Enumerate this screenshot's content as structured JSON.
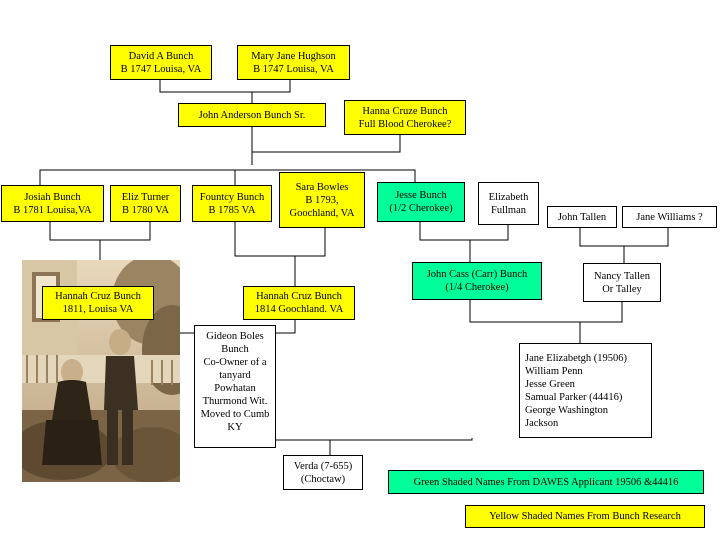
{
  "people": {
    "david": [
      "David A Bunch",
      "B 1747 Louisa, VA"
    ],
    "mary": [
      "Mary Jane Hughson",
      "B 1747 Louisa, VA"
    ],
    "john_sr": [
      "John Anderson Bunch Sr."
    ],
    "hanna": [
      "Hanna Cruze Bunch",
      "Full Blood Cherokee?"
    ],
    "josiah": [
      "Josiah Bunch",
      "B 1781 Louisa,VA"
    ],
    "eliz": [
      "Eliz Turner",
      "B 1780 VA"
    ],
    "fountcy": [
      "Fountcy Bunch",
      "B 1785 VA"
    ],
    "sara": [
      "Sara Bowles",
      "B 1793,",
      "Goochland, VA"
    ],
    "jesse": [
      "Jesse Bunch",
      "(1/2 Cherokee)"
    ],
    "elizabeth": [
      "Elizabeth",
      "Fullman"
    ],
    "john_tallen": [
      "John Tallen"
    ],
    "jane_williams": [
      "Jane Williams ?"
    ],
    "hannah_1811": [
      "Hannah Cruz Bunch",
      "1811, Louisa VA"
    ],
    "hannah_1814": [
      "Hannah Cruz Bunch",
      "1814 Goochland. VA"
    ],
    "john_cass": [
      "John Cass (Carr) Bunch",
      "(1/4 Cherokee)"
    ],
    "nancy": [
      "Nancy Tallen",
      "Or Talley"
    ],
    "gideon": [
      "Gideon Boles",
      "Bunch",
      "Co-Owner of a",
      "tanyard",
      "Powhatan",
      "Thurmond Wit.",
      "Moved to Cumb",
      "KY"
    ],
    "jane_elizabeth": [
      "Jane Elizabetgh (19506)",
      "William Penn",
      "Jesse Green",
      "Samual Parker (44416)",
      "George Washington",
      "Jackson"
    ],
    "verda": [
      "Verda (7-655)",
      "(Choctaw)"
    ]
  },
  "legend": {
    "green": "Green Shaded Names From DAWES Applicant 19506 &44416",
    "yellow": "Yellow Shaded Names From Bunch Research"
  },
  "photo": {
    "alt": "sepia-photo-elderly-couple"
  },
  "colors": {
    "yellow": "#ffff00",
    "green": "#00ff99",
    "line": "#000000"
  }
}
